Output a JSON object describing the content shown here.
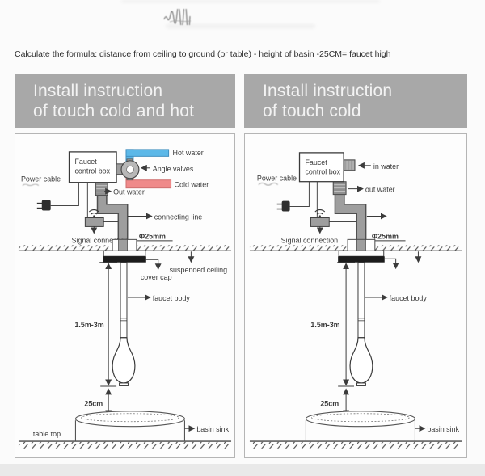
{
  "page": {
    "formula": "Calculate the formula: distance from ceiling to ground (or table) - height of basin -25CM= faucet high"
  },
  "colors": {
    "header_bg": "#a8a8a8",
    "header_text": "#f3f3f3",
    "hot_pipe": "#5cb8e8",
    "cold_pipe": "#ef8a8a",
    "pipe_gray": "#9e9e9e",
    "line": "#3b3b3b"
  },
  "icons": {
    "power_plug": "two-prong-plug-silhouette",
    "signal_antenna": "wifi-waves-with-dot",
    "arrowhead": "small-filled-triangle",
    "watermark": "illegible-scribble"
  },
  "panels": {
    "left": {
      "title_line1": "Install instruction",
      "title_line2": "of touch cold and hot",
      "labels": {
        "faucet_box_line1": "Faucet",
        "faucet_box_line2": "control box",
        "power_cable": "Power cable",
        "hot_water": "Hot water",
        "angle_valves": "Angle valves",
        "cold_water": "Cold water",
        "out_water": "Out water",
        "connecting_line": "connecting line",
        "signal_connection": "Signal connection",
        "pipe_diameter": "Φ25mm",
        "suspended_ceiling": "suspended ceiling",
        "cover_cap": "cover cap",
        "faucet_body": "faucet body",
        "drop_height": "1.5m-3m",
        "spout_clearance": "25cm",
        "table_top": "table top",
        "basin_sink": "basin sink"
      }
    },
    "right": {
      "title_line1": "Install instruction",
      "title_line2": "of touch cold",
      "labels": {
        "faucet_box_line1": "Faucet",
        "faucet_box_line2": "control box",
        "power_cable": "Power cable",
        "in_water": "in water",
        "out_water": "out water",
        "signal_connection": "Signal connection",
        "pipe_diameter": "Φ25mm",
        "faucet_body": "faucet body",
        "drop_height": "1.5m-3m",
        "spout_clearance": "25cm",
        "basin_sink": "basin sink"
      }
    }
  }
}
